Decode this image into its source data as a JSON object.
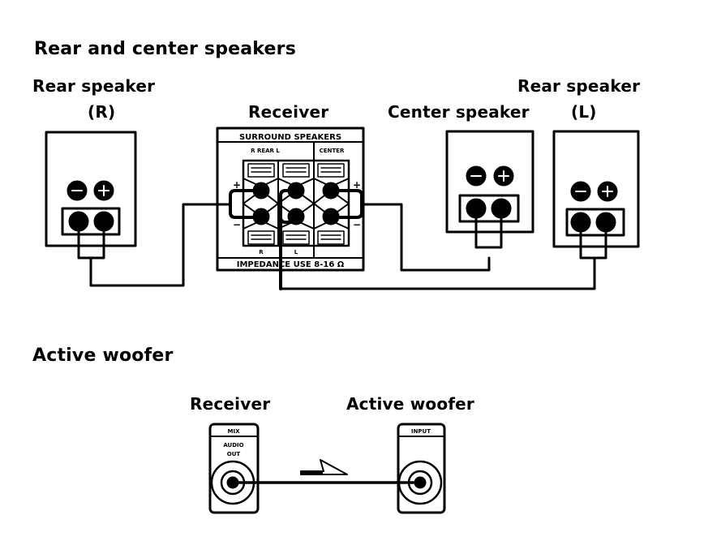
{
  "sections": {
    "rear_center": {
      "title": "Rear and center speakers",
      "rear_right": {
        "label": "Rear speaker",
        "channel": "(R)",
        "terminals": [
          "−",
          "+"
        ]
      },
      "receiver": {
        "label": "Receiver",
        "panel_title": "SURROUND SPEAKERS",
        "group_rear": "R REAR L",
        "group_center": "CENTER",
        "col_r": "R",
        "col_l": "L",
        "plus": "+",
        "minus": "−",
        "impedance": "IMPEDANCE USE 8-16 Ω"
      },
      "center": {
        "label": "Center speaker",
        "terminals": [
          "−",
          "+"
        ]
      },
      "rear_left": {
        "label": "Rear speaker",
        "channel": "(L)",
        "terminals": [
          "−",
          "+"
        ]
      }
    },
    "woofer": {
      "title": "Active woofer",
      "receiver": {
        "label": "Receiver",
        "jack_header": "MIX",
        "jack_label_1": "AUDIO",
        "jack_label_2": "OUT"
      },
      "active_woofer": {
        "label": "Active woofer",
        "jack_header": "INPUT"
      },
      "signal_direction": "right-arrow"
    }
  }
}
